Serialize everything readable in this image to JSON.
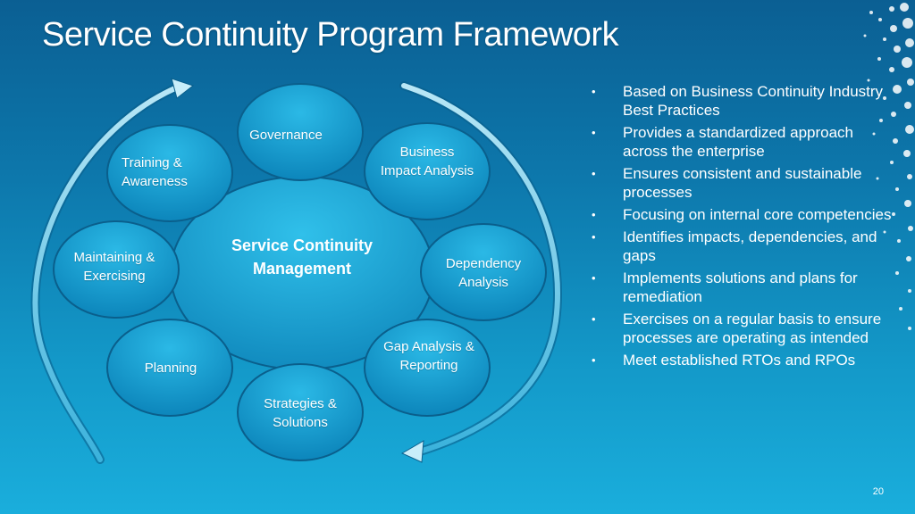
{
  "slide": {
    "title": "Service Continuity Program Framework",
    "page_number": "20"
  },
  "diagram": {
    "center": "Service Continuity\nManagement",
    "nodes": [
      "Governance",
      "Business\nImpact Analysis",
      "Dependency\nAnalysis",
      "Gap Analysis &\nReporting",
      "Strategies &\nSolutions",
      "Planning",
      "Maintaining &\nExercising",
      "Training &\nAwareness"
    ]
  },
  "bullets": [
    "Based on Business Continuity Industry Best Practices",
    "Provides a standardized approach across the enterprise",
    "Ensures consistent and sustainable processes",
    "Focusing on internal core competencies",
    "Identifies impacts, dependencies, and gaps",
    "Implements solutions and plans for remediation",
    "Exercises on a regular basis to ensure processes are operating as intended",
    "Meet established RTOs and RPOs"
  ],
  "bullet_symbol": "•",
  "colors": {
    "background_top": "#0b5f93",
    "background_bottom": "#1aaedc",
    "node_fill": "#0e8ec2",
    "text": "#ffffff"
  }
}
